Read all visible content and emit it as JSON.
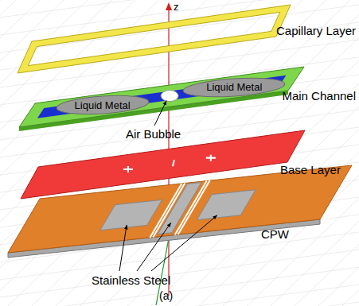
{
  "diagram": {
    "caption": "(a)",
    "nodes": [
      {
        "text": [
          "Liquid Metal"
        ]
      },
      {
        "text": [
          "Liquid Metal"
        ]
      }
    ],
    "labels": [
      "z",
      "Capillary Layer",
      "Main Channel",
      "Air Bubble",
      "Base Layer",
      "CPW",
      "Stainless Steel"
    ]
  }
}
